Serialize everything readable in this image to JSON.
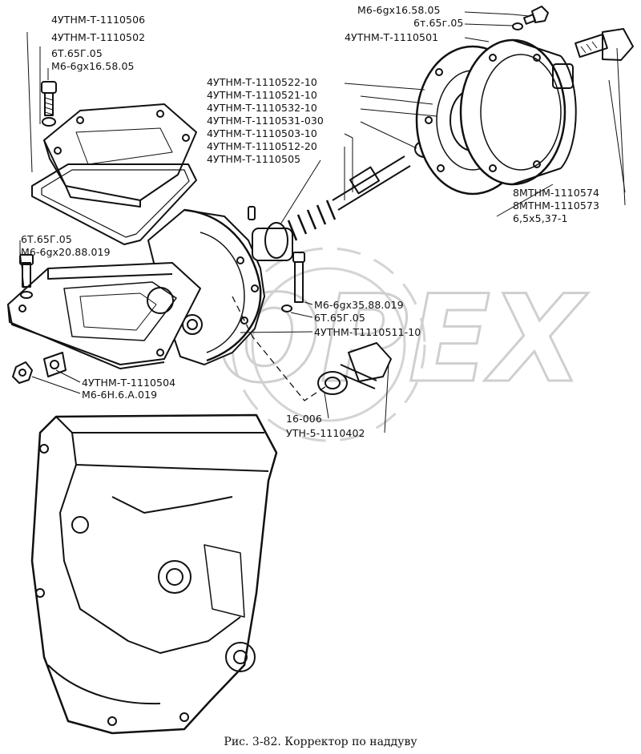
{
  "caption": "Рис. 3-82. Корректор по наддуву",
  "watermark": "OPEX",
  "labels": {
    "cover_part": "4УТНМ-Т-1110506",
    "gasket_part": "4УТНМ-Т-1110502",
    "washer_top_left": "6Т.65Г.05",
    "bolt_top_left": "М6-6gx16.58.05",
    "bolt_top_right": "М6-6gx16.58.05",
    "washer_top_right": "6т.65г.05",
    "flange_part": "4УТНМ-Т-1110501",
    "stack_1": "4УТНМ-Т-1110522-10",
    "stack_2": "4УТНМ-Т-1110521-10",
    "stack_3": "4УТНМ-Т-1110532-10",
    "stack_4": "4УТНМ-Т-1110531-030",
    "stack_5": "4УТНМ-Т-1110503-10",
    "stack_6": "4УТНМ-Т-1110512-20",
    "stack_7": "4УТНМ-Т-1110505",
    "right_1": "8МТНМ-1110574",
    "right_2": "8МТНМ-1110573",
    "right_3": "6,5x5,37-1",
    "washer_mid_left": "6Т.65Г.05",
    "bolt_mid_left": "М6-6gx20.88.019",
    "bolt_mid_right": "М6-6gx35.88.019",
    "washer_mid_right": "6Т.65Г.05",
    "body_part": "4УТНМ-Т1110511-10",
    "base_part": "4УТНМ-Т-1110504",
    "nut_part": "М6-6Н.6.А.019",
    "washer_plug": "16-006",
    "plug_part": "УТН-5-1110402"
  }
}
